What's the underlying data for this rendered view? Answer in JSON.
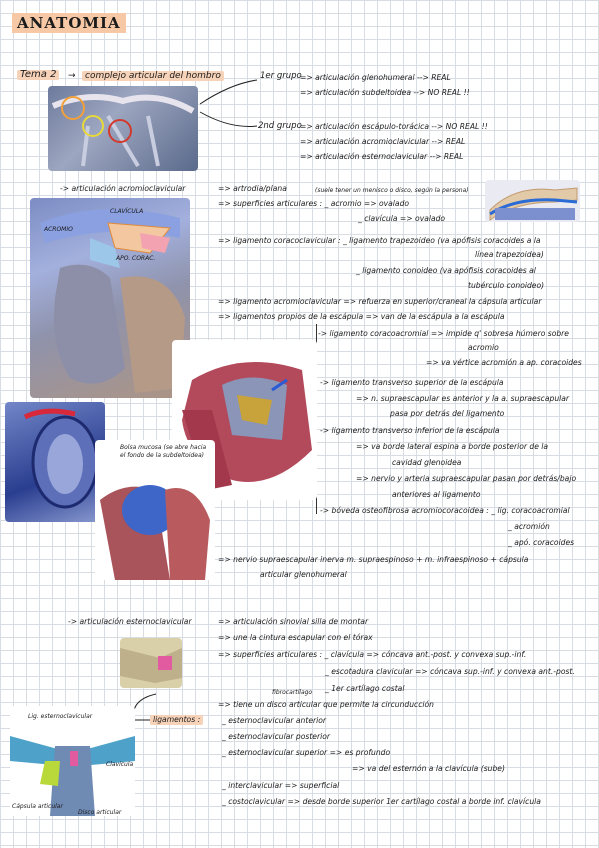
{
  "title": "ANATOMIA",
  "tema": "Tema 2",
  "heading": "complejo articular del hombro",
  "grupos": {
    "g1": {
      "label": "1er grupo",
      "lines": [
        "=> articulación glenohumeral --> REAL",
        "=> articulación subdeltoidea --> NO REAL !!"
      ]
    },
    "g2": {
      "label": "2nd grupo",
      "lines": [
        "=> articulación escápulo-torácica --> NO REAL !!",
        "=> articulación acromioclavicular --> REAL",
        "=> articulación esternoclavicular --> REAL"
      ]
    }
  },
  "acromio": {
    "label": "-> articulación acromioclavicular",
    "tipo": "=> artrodia/plana",
    "tipo_note": "(suele tener un menisco o disco, según la persona)",
    "superficies": "=> superficies articulares : _ acromio => ovalado",
    "superficies2": "_ clavícula => ovalado",
    "coraco": "=> ligamento coracoclavicular : _ ligamento trapezoideo (va apófisis coracoides a la",
    "coraco2": "línea trapezoidea)",
    "conoideo": "_ ligamento conoideo (va apófisis coracoides al",
    "conoideo2": "tubérculo conoideo)",
    "acromioclav": "=> ligamento acromioclavicular => refuerza en superior/craneal la cápsula articular",
    "propios": "=> ligamentos propios de la escápula => van de la escápula a la escápula",
    "coracoacromial": "-> ligamento coracoacromial => impide q' sobresa húmero sobre",
    "coracoacromial2": "acromio",
    "coracoacromial3": "=> va vértice acromión a ap. coracoides",
    "transverso_sup": "-> ligamento transverso superior de la escápula",
    "transverso_sup2": "=> n. supraescapular es anterior y la a. supraescapular",
    "transverso_sup3": "pasa por detrás del ligamento",
    "transverso_inf": "-> ligamento transverso inferior de la escápula",
    "transverso_inf2": "=> va borde lateral espina a borde posterior de la",
    "transverso_inf3": "cavidad glenoidea",
    "transverso_inf4": "=> nervio y arteria supraescapular pasan por detrás/bajo",
    "transverso_inf5": "anteriores al ligamento",
    "boveda": "-> bóveda osteofibrosa acromiocoracoidea : _ lig. coracoacromial",
    "boveda2": "_ acromión",
    "boveda3": "_ apó. coracoides",
    "nervio": "=> nervio supraescapular inerva m. supraespinoso + m. infraespinoso + cápsula",
    "nervio2": "articular glenohumeral"
  },
  "esterno": {
    "label": "-> articulación esternoclavicular",
    "l1": "=> articulación sinovial silla de montar",
    "l2": "=> une la cintura escapular con el tórax",
    "l3": "=> superficies articulares : _ clavícula => cóncava ant.-post. y convexa sup.-inf.",
    "l4": "_ escotadura clavicular => cóncava sup.-inf. y convexa ant.-post.",
    "l5": "_ 1er cartílago costal",
    "fibrocart": "fibrocartílago",
    "l6": "=> tiene un disco articular que permite la circunducción",
    "lig_label": "ligamentos :",
    "lig1": "_ esternoclavicular anterior",
    "lig2": "_ esternoclavicular posterior",
    "lig3": "_ esternoclavicular superior => es profundo",
    "lig3b": "=> va del esternón a la clavícula (sube)",
    "lig4": "_ interclavicular => superficial",
    "lig5": "_ costoclavicular => desde borde superior 1er cartílago costal a borde inf. clavícula"
  },
  "figure_labels": {
    "clavicula": "CLAVÍCULA",
    "acromio": "ACROMIO",
    "apo": "APO. CORAC.",
    "bolsa": "Bolsa mucosa (se abre hacia el fondo de la subdeltoidea)",
    "lig_super": "Lig. esternoclavicular",
    "capsula": "Cápsula articular",
    "disco": "Disco articular",
    "clavicula2": "Clavícula"
  },
  "colors": {
    "highlight": "#f6d2b8",
    "grid": "#d7dde3",
    "accent_red": "#c2271d"
  }
}
